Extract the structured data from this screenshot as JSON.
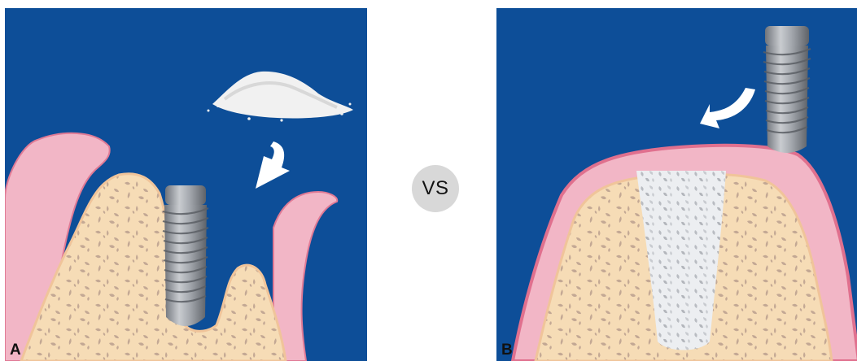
{
  "panels": [
    {
      "label": "A"
    },
    {
      "label": "B"
    }
  ],
  "comparison_label": "VS",
  "colors": {
    "background": "#0d4e98",
    "gum": "#f2b6c6",
    "gum_edge": "#e06b8a",
    "bone": "#f6dcb6",
    "bone_pattern": "#c3a894",
    "implant": "#9ca0a6",
    "graft": "#e9ebee",
    "arrow": "#ffffff"
  }
}
